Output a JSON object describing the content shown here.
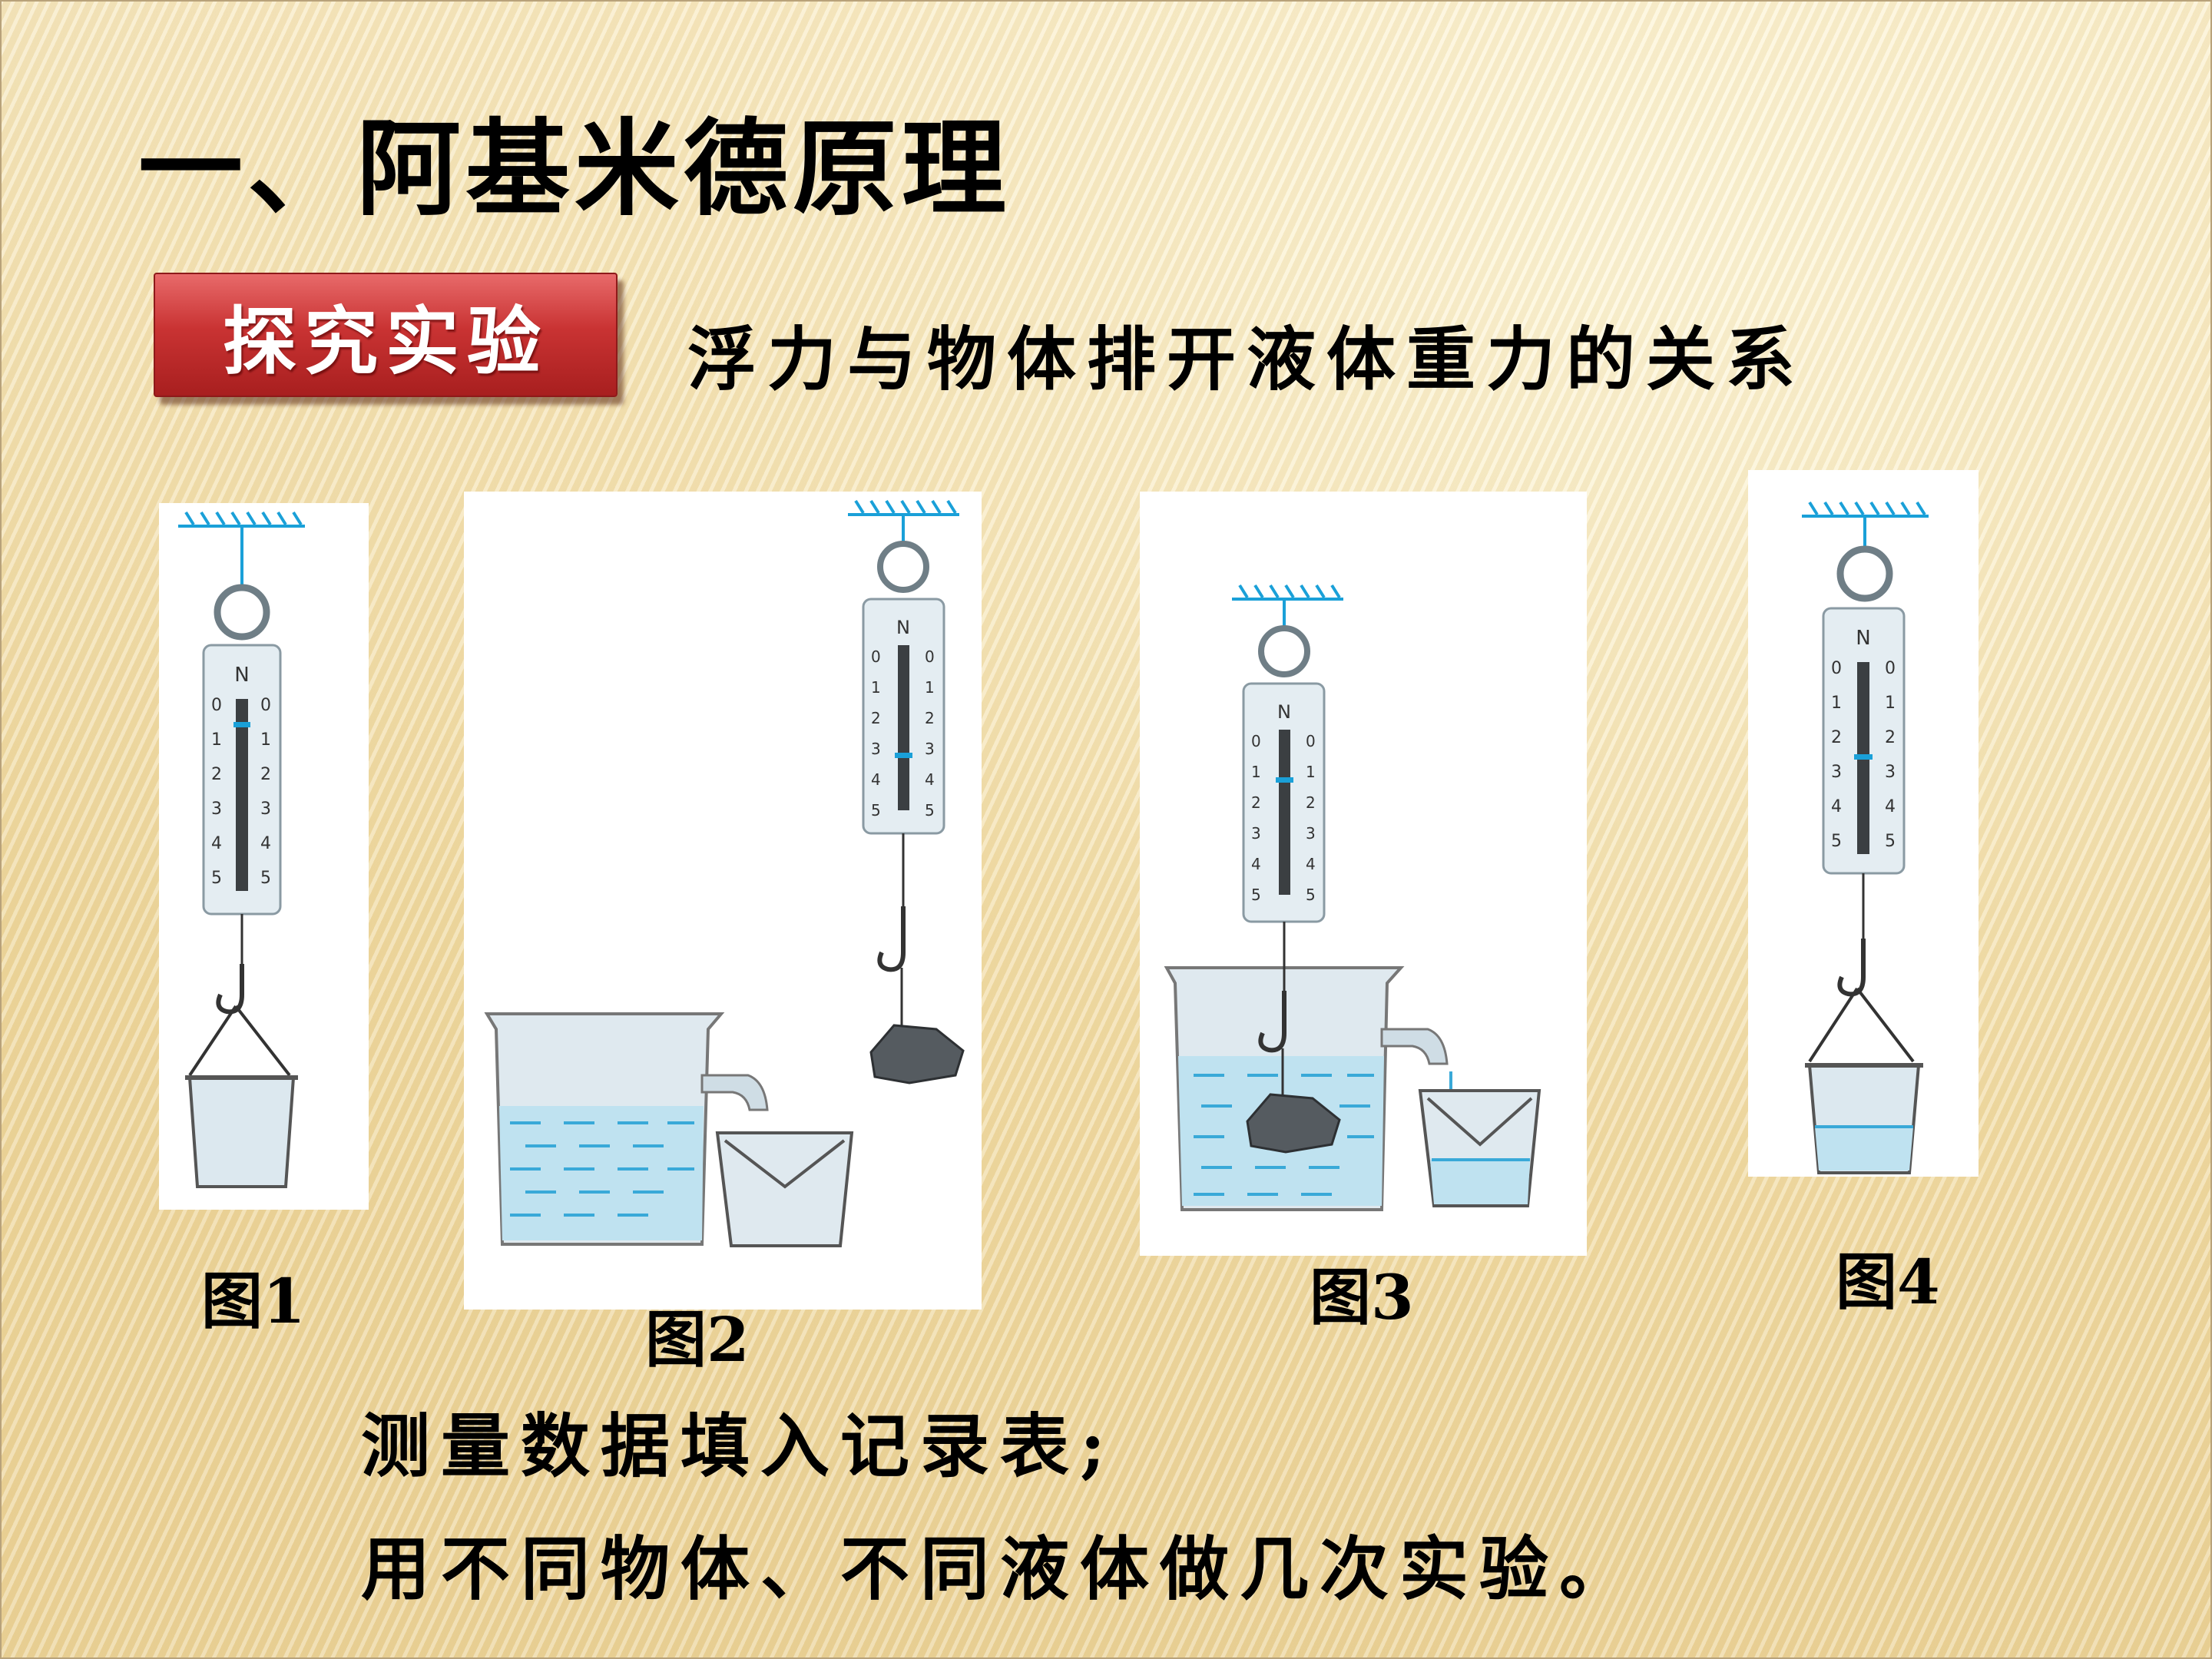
{
  "title": "一、阿基米德原理",
  "badge": "探究实验",
  "subtitle": "浮力与物体排开液体重力的关系",
  "figures": [
    {
      "label": "图1"
    },
    {
      "label": "图2"
    },
    {
      "label": "图3"
    },
    {
      "label": "图4"
    }
  ],
  "gauge": {
    "unit": "N",
    "ticks": [
      "0",
      "1",
      "2",
      "3",
      "4",
      "5"
    ]
  },
  "notes": [
    "测量数据填入记录表;",
    "用不同物体、不同液体做几次实验。"
  ],
  "colors": {
    "badge": "#c93333",
    "water": "#39a9d8",
    "indicator": "#1aa0d8"
  }
}
